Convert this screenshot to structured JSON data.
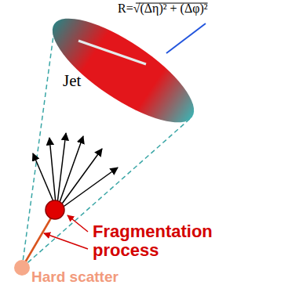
{
  "diagram": {
    "labels": [
      "R=√(Δη)² + (Δφ)²",
      "Jet",
      "Fragmentation process",
      "Hard scatter"
    ]
  }
}
